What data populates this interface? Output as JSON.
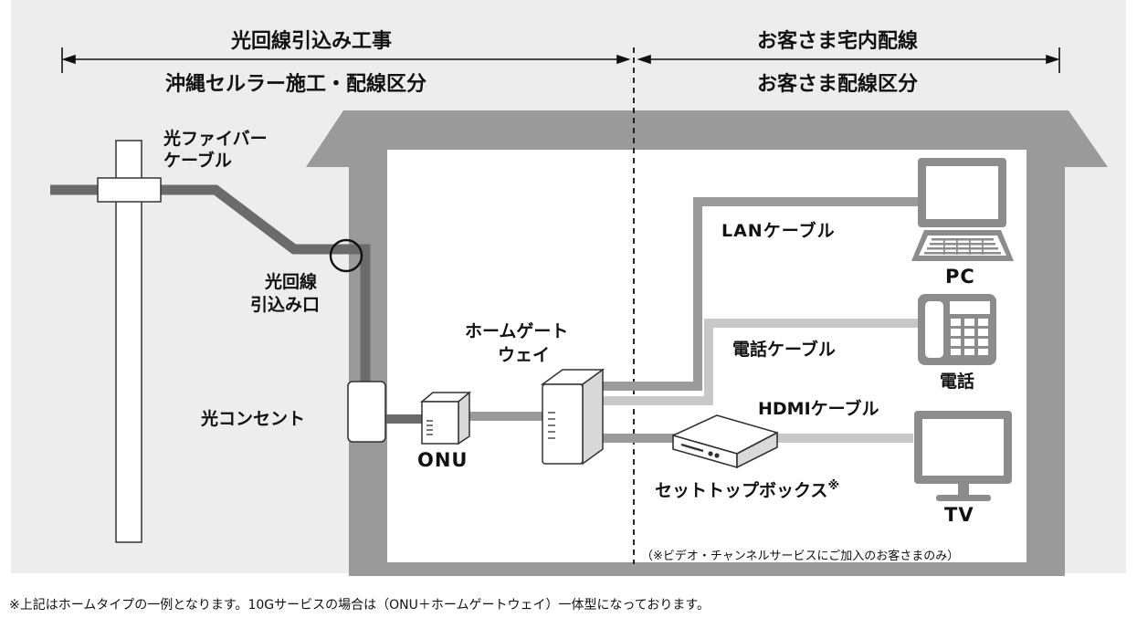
{
  "header": {
    "left_title": "光回線引込み工事",
    "left_subtitle": "沖縄セルラー施工・配線区分",
    "right_title": "お客さま宅内配線",
    "right_subtitle": "お客さま配線区分"
  },
  "labels": {
    "fiber_cable_1": "光ファイバー",
    "fiber_cable_2": "ケーブル",
    "entry_point_1": "光回線",
    "entry_point_2": "引込み口",
    "outlet": "光コンセント",
    "onu": "ONU",
    "home_gateway_1": "ホームゲート",
    "home_gateway_2": "ウェイ",
    "lan_cable": "LANケーブル",
    "pc": "PC",
    "phone_cable": "電話ケーブル",
    "phone": "電話",
    "hdmi_cable": "HDMIケーブル",
    "settop_box": "セットトップボックス",
    "settop_mark": "※",
    "tv": "TV",
    "video_note": "（※ビデオ・チャンネルサービスにご加入のお客さまのみ）"
  },
  "footnote": "※上記はホームタイプの一例となります。10Gサービスの場合は（ONU＋ホームゲートウェイ）一体型になっております。",
  "icons": [
    "utility-pole",
    "fiber-entry-circle",
    "optical-outlet-icon",
    "onu-icon",
    "home-gateway-icon",
    "pc-icon",
    "phone-icon",
    "settop-box-icon",
    "tv-icon"
  ],
  "colors": {
    "background": "#ededed",
    "house": "#9a9a9a",
    "dark_cable": "#6b6b6b",
    "mid_cable": "#9a9a9a",
    "light_cable": "#c8c8c8"
  }
}
